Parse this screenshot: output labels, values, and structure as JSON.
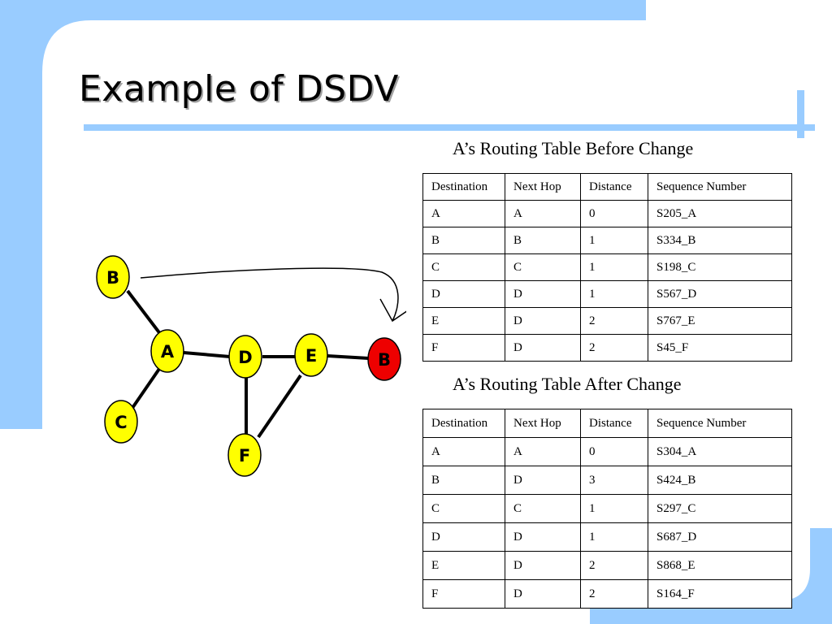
{
  "slide": {
    "title": "Example of DSDV"
  },
  "before_table": {
    "caption": "A’s Routing Table Before Change",
    "headers": [
      "Destination",
      "Next Hop",
      "Distance",
      "Sequence Number"
    ],
    "rows": [
      [
        "A",
        "A",
        "0",
        "S205_A"
      ],
      [
        "B",
        "B",
        "1",
        "S334_B"
      ],
      [
        "C",
        "C",
        "1",
        "S198_C"
      ],
      [
        "D",
        "D",
        "1",
        "S567_D"
      ],
      [
        "E",
        "D",
        "2",
        "S767_E"
      ],
      [
        "F",
        "D",
        "2",
        "S45_F"
      ]
    ]
  },
  "after_table": {
    "caption": "A’s Routing Table After Change",
    "headers": [
      "Destination",
      "Next Hop",
      "Distance",
      "Sequence Number"
    ],
    "rows": [
      [
        "A",
        "A",
        "0",
        "S304_A"
      ],
      [
        "B",
        "D",
        "3",
        "S424_B"
      ],
      [
        "C",
        "C",
        "1",
        "S297_C"
      ],
      [
        "D",
        "D",
        "1",
        "S687_D"
      ],
      [
        "E",
        "D",
        "2",
        "S868_E"
      ],
      [
        "F",
        "D",
        "2",
        "S164_F"
      ]
    ]
  },
  "network": {
    "nodes": {
      "b_old": "B",
      "a": "A",
      "c": "C",
      "d": "D",
      "e": "E",
      "f": "F",
      "b_new": "B"
    },
    "node_color": "#ffff00",
    "moved_node_color": "#ee0000"
  },
  "theme": {
    "accent": "#99ccff"
  }
}
